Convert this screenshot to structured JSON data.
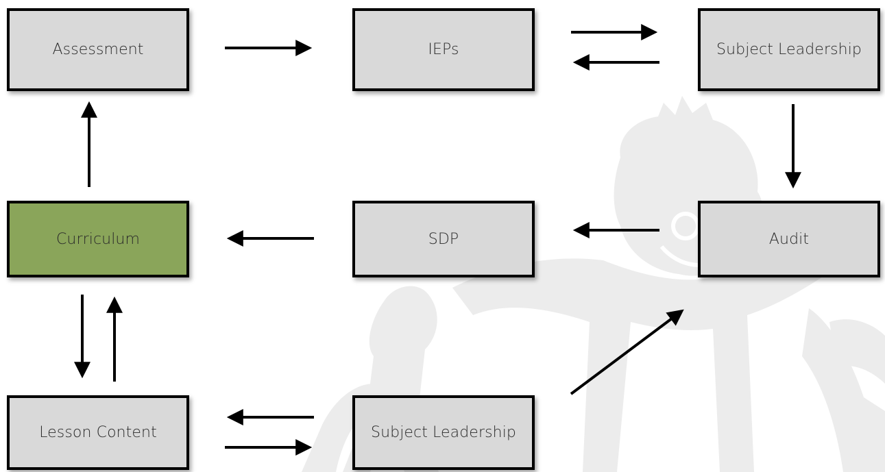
{
  "colors": {
    "box_fill": "#d9d9d9",
    "highlight_fill": "#8aa55a",
    "border": "#000000",
    "arrow": "#000000",
    "watermark": "#ececec"
  },
  "nodes": {
    "assessment": "Assessment",
    "ieps": "IEPs",
    "subject_leadership_top": "Subject Leadership",
    "curriculum": "Curriculum",
    "sdp": "SDP",
    "audit": "Audit",
    "lesson_content": "Lesson Content",
    "subject_leadership_bottom": "Subject Leadership"
  },
  "edges": [
    {
      "from": "Assessment",
      "to": "IEPs"
    },
    {
      "from": "IEPs",
      "to": "Subject Leadership (top)"
    },
    {
      "from": "Subject Leadership (top)",
      "to": "IEPs"
    },
    {
      "from": "Subject Leadership (top)",
      "to": "Audit"
    },
    {
      "from": "Audit",
      "to": "SDP"
    },
    {
      "from": "SDP",
      "to": "Curriculum"
    },
    {
      "from": "Curriculum",
      "to": "Assessment"
    },
    {
      "from": "Curriculum",
      "to": "Lesson Content"
    },
    {
      "from": "Lesson Content",
      "to": "Curriculum"
    },
    {
      "from": "Subject Leadership (bottom)",
      "to": "Lesson Content"
    },
    {
      "from": "Lesson Content",
      "to": "Subject Leadership (bottom)"
    },
    {
      "from": "Subject Leadership (bottom)",
      "to": "Audit"
    }
  ],
  "highlighted_node": "curriculum",
  "watermark_icon": "cartoon-character-watermark"
}
